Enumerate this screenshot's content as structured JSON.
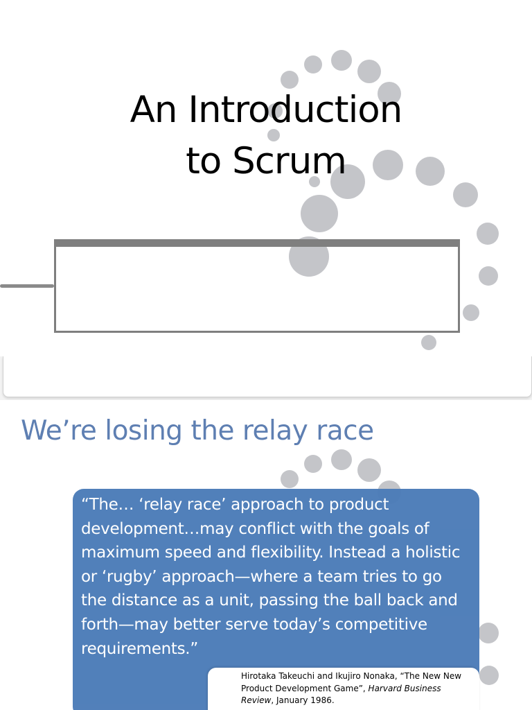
{
  "slide1": {
    "title_line1": "An Introduction",
    "title_line2": "to Scrum"
  },
  "slide2": {
    "heading": "We’re losing the relay race",
    "quote": "“The… ‘relay race’ approach to product development…may conflict with the goals of maximum speed and flexibility. Instead a holistic or ‘rugby’ approach—where a team tries to go the distance as a unit, passing the ball back and forth—may better serve today’s competitive requirements.”",
    "citation": {
      "authors": "Hirotaka Takeuchi and Ikujiro Nonaka, “The New New Product Development Game”, ",
      "journal": "Harvard Business Review",
      "date": ", January 1986."
    }
  },
  "colors": {
    "dot": "#c4c5c9",
    "heading": "#5e7fb2",
    "quote_box": "#4c7cb8",
    "frame": "#7f7f7f"
  }
}
